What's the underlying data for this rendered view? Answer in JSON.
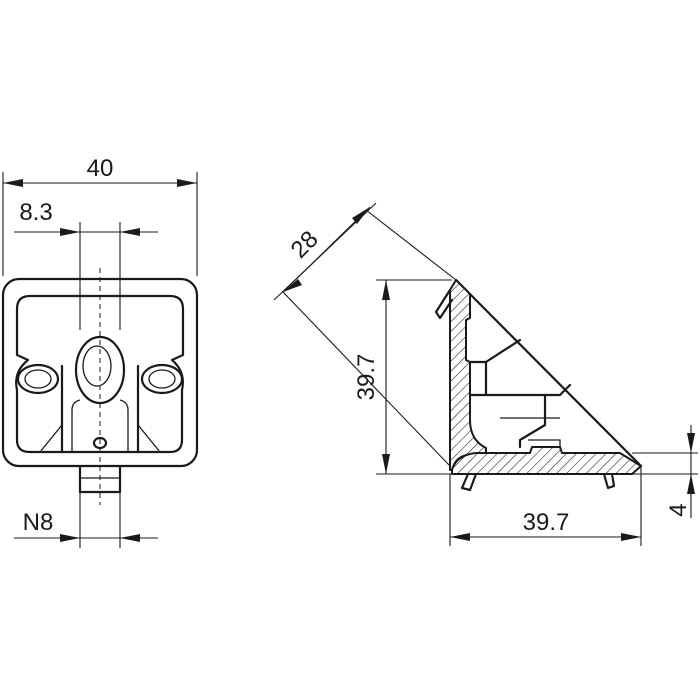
{
  "dimensions": {
    "width_40": "40",
    "slot_8_3": "8.3",
    "nut_N8": "N8",
    "diag_28": "28",
    "height_39_7": "39.7",
    "width_39_7": "39.7",
    "thickness_4": "4"
  }
}
